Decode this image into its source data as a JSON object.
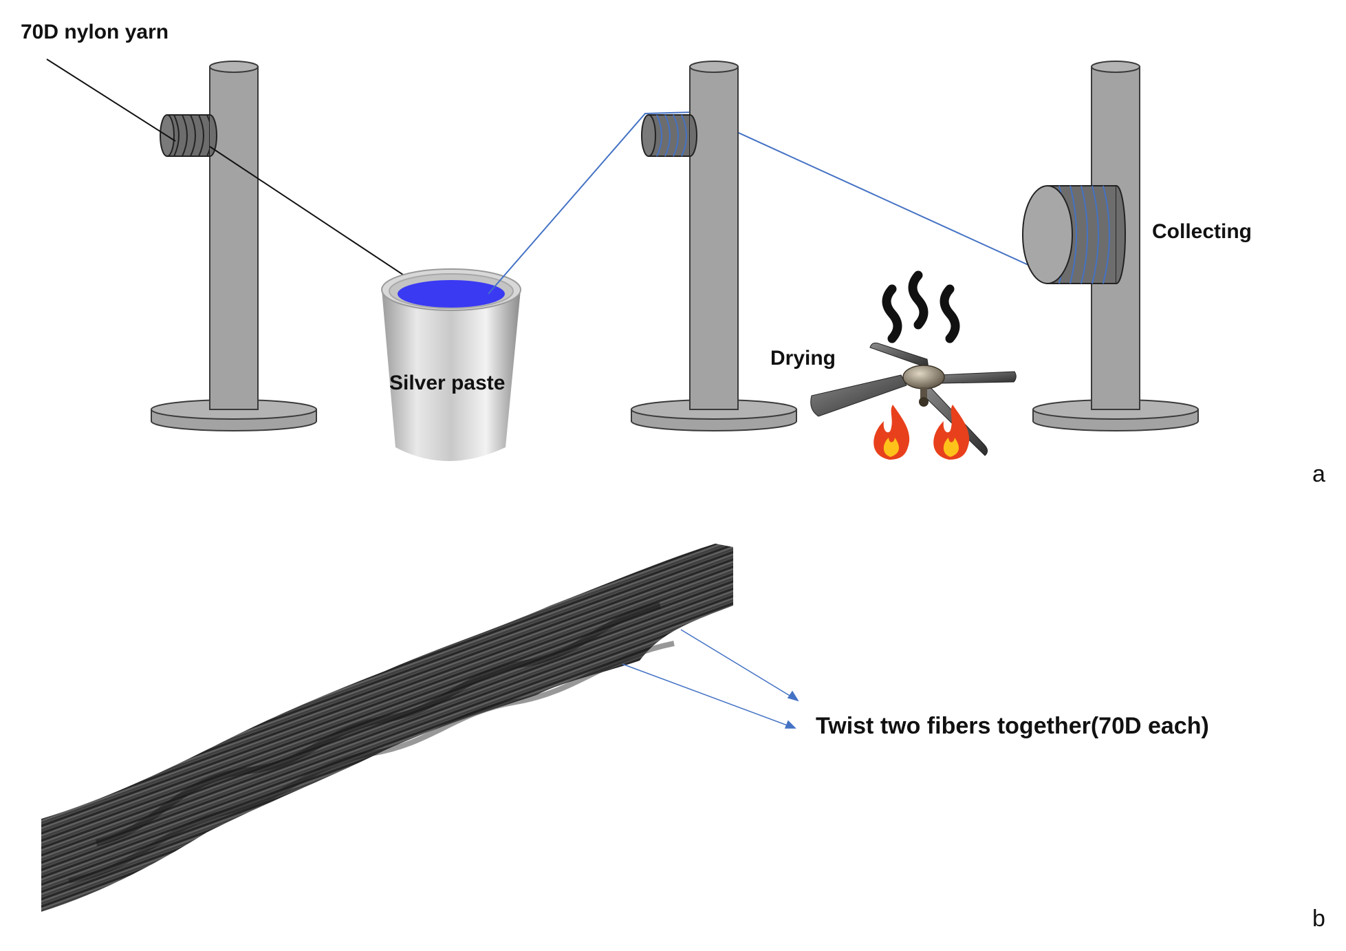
{
  "labels": {
    "yarn": "70D nylon yarn",
    "silver_paste": "Silver paste",
    "drying": "Drying",
    "collecting": "Collecting",
    "twist": "Twist two fibers together(70D each)"
  },
  "panels": {
    "a": "a",
    "b": "b"
  },
  "colors": {
    "stand": "#a3a3a3",
    "stand_outline": "#3a3a3a",
    "spool": "#6d6d6d",
    "coated_yarn": "#4472c4",
    "paste": "#3a3af2",
    "yarn_line": "#111111",
    "flame_outer": "#e8401c",
    "flame_inner": "#ffc21a"
  }
}
